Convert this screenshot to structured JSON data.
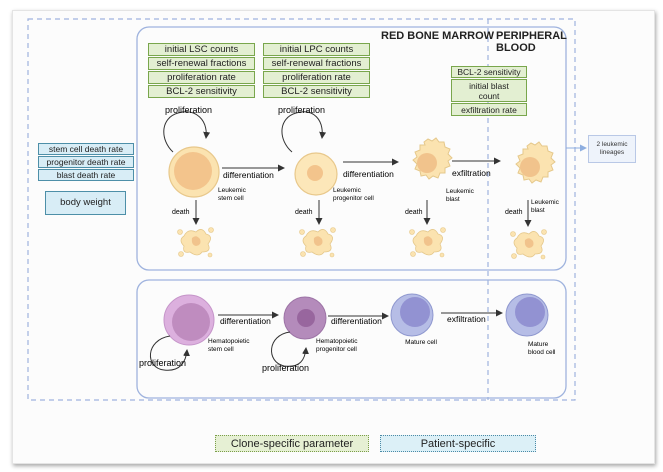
{
  "regions": {
    "bone_marrow_title": "RED BONE MARROW",
    "peripheral_blood_title": "PERIPHERAL\nBLOOD"
  },
  "lsc_params": [
    "initial LSC counts",
    "self-renewal fractions",
    "proliferation rate",
    "BCL-2 sensitivity"
  ],
  "lpc_params": [
    "initial LPC counts",
    "self-renewal fractions",
    "proliferation rate",
    "BCL-2 sensitivity"
  ],
  "blast_params": [
    "BCL-2 sensitivity",
    "initial blast count",
    "exfiltration rate"
  ],
  "patient_params": [
    "stem cell death rate",
    "progenitor death rate",
    "blast death rate"
  ],
  "body_weight": "body weight",
  "output_box": "2 leukemic lineages",
  "leukemic": {
    "proliferation_label": "proliferation",
    "differentiation_label": "differentiation",
    "exfiltration_label": "exfiltration",
    "death_label": "death",
    "stem_cell_label": "Leukemic stem cell",
    "progenitor_label": "Leukemic progenitor cell",
    "blast_label": "Leukemic blast",
    "blood_blast_label": "Leukemic blast"
  },
  "healthy": {
    "proliferation_label": "proliferation",
    "differentiation_label": "differentiation",
    "exfiltration_label": "exfiltration",
    "stem_cell_label": "Hematopoietic stem cell",
    "progenitor_label": "Hematopoietic progenitor cell",
    "mature_label": "Mature cell",
    "blood_cell_label": "Mature blood cell"
  },
  "legend": {
    "clone_specific": "Clone-specific parameter",
    "patient_specific": "Patient-specific"
  },
  "colors": {
    "clone_green_fill": "#e3efd2",
    "clone_green_border": "#79a64c",
    "patient_blue_fill": "#d8edf6",
    "patient_blue_border": "#4d8fa8",
    "region_border": "#9fb3de",
    "leukemic_cell": "#fbe3b0",
    "leukemic_nucleus": "#f1c38c",
    "hsc_cell": "#d9a9da",
    "hpc_cell": "#b584bb",
    "mature_cell": "#b3bbe3",
    "mature_nucleus": "#8f8fd0"
  }
}
